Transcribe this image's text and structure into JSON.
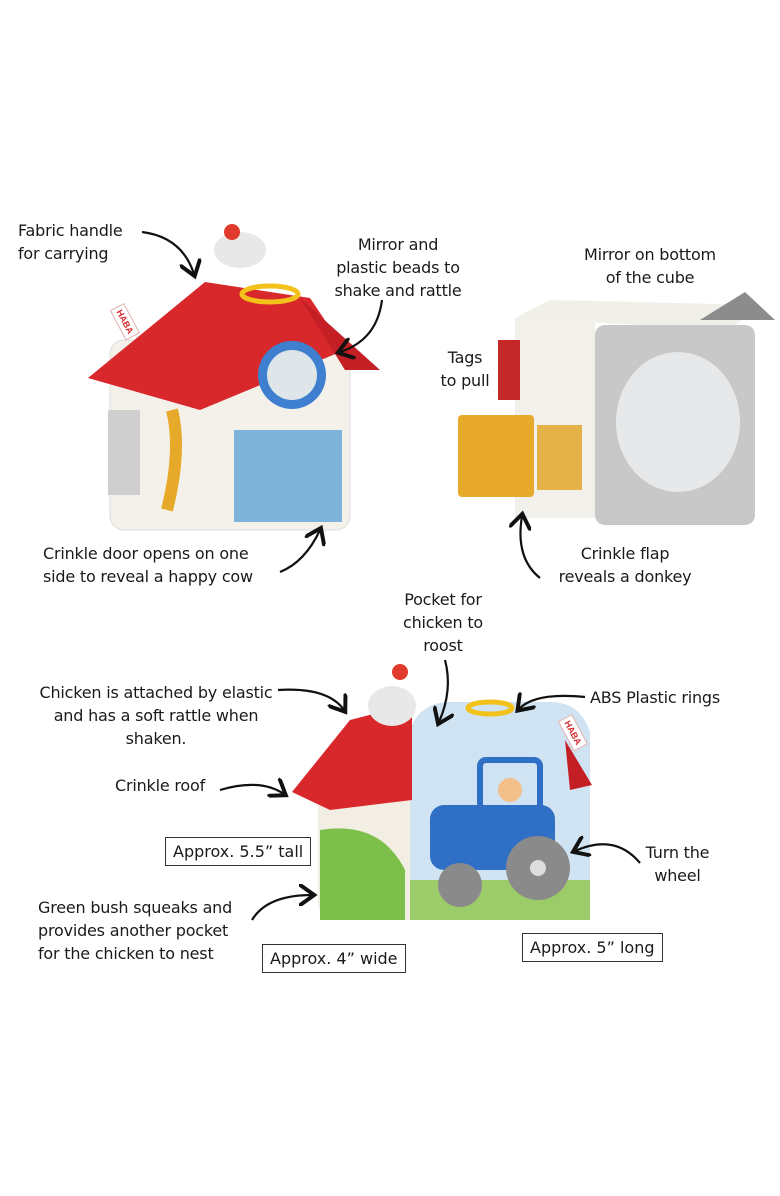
{
  "brand_tag": "HABA",
  "callouts": {
    "fabric_handle": [
      "Fabric handle",
      "for carrying"
    ],
    "mirror_beads": [
      "Mirror and",
      "plastic beads to",
      "shake and rattle"
    ],
    "mirror_bottom": [
      "Mirror on bottom",
      "of the cube"
    ],
    "tags": [
      "Tags",
      "to pull"
    ],
    "crinkle_door": [
      "Crinkle door opens on one",
      "side to reveal a happy cow"
    ],
    "crinkle_flap": [
      "Crinkle flap",
      "reveals a donkey"
    ],
    "pocket": [
      "Pocket for",
      "chicken to",
      "roost"
    ],
    "chicken": [
      "Chicken is attached by elastic",
      "and has a soft rattle when",
      "shaken."
    ],
    "rings": [
      "ABS Plastic rings"
    ],
    "roof": [
      "Crinkle roof"
    ],
    "wheel": [
      "Turn the",
      "wheel"
    ],
    "bush": [
      "Green bush squeaks and",
      "provides another pocket",
      "for the chicken to nest"
    ]
  },
  "dimensions": {
    "tall": "Approx. 5.5” tall",
    "wide": "Approx. 4” wide",
    "long": "Approx. 5” long"
  },
  "colors": {
    "roof_red": "#d8282c",
    "door_blue": "#7fb3d9",
    "bush_green": "#7cbf4a",
    "mustard": "#e7a92a",
    "tractor_blue": "#2f6fc6"
  }
}
